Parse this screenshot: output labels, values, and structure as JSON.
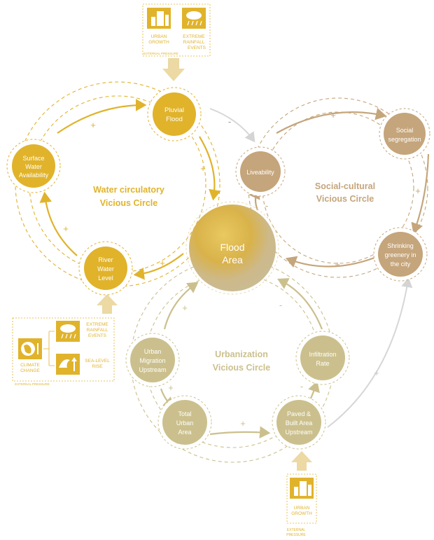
{
  "colors": {
    "water": "#e0b32b",
    "water_light": "#eccf7a",
    "social": "#c5a57b",
    "social_dark": "#b08b5c",
    "urban": "#cbc08d",
    "urban_light": "#d9d0a8",
    "grey": "#d8d8d8",
    "flood": "#dcc27a"
  },
  "circles": {
    "water": {
      "title_line1": "Water circulatory",
      "title_line2": "Vicious Circle"
    },
    "social": {
      "title_line1": "Social-cultural",
      "title_line2": "Vicious Circle"
    },
    "urban": {
      "title_line1": "Urbanization",
      "title_line2": "Vicious Circle"
    }
  },
  "nodes": {
    "flood_area": {
      "line1": "Flood",
      "line2": "Area"
    },
    "pluvial_flood": {
      "line1": "Pluvial",
      "line2": "Flood"
    },
    "surface_water": {
      "line1": "Surface",
      "line2": "Water",
      "line3": "Availability"
    },
    "river_water": {
      "line1": "River",
      "line2": "Water",
      "line3": "Level"
    },
    "liveability": {
      "line1": "Liveability"
    },
    "social_segregation": {
      "line1": "Social",
      "line2": "segregation"
    },
    "shrinking_greenery": {
      "line1": "Shrinking",
      "line2": "greenery in",
      "line3": "the city"
    },
    "urban_migration": {
      "line1": "Urban",
      "line2": "Migration",
      "line3": "Upstream"
    },
    "infiltration_rate": {
      "line1": "Infiltration",
      "line2": "Rate"
    },
    "total_urban_area": {
      "line1": "Total",
      "line2": "Urban",
      "line3": "Area"
    },
    "paved_area": {
      "line1": "Paved &",
      "line2": "Built Area",
      "line3": "Upstream"
    }
  },
  "signs": {
    "plus": "+",
    "minus": "-"
  },
  "pressures": {
    "top": {
      "urban_growth_line1": "URBAN",
      "urban_growth_line2": "GROWTH",
      "rainfall_line1": "EXTREME",
      "rainfall_line2": "RAINFALL",
      "rainfall_line3": "EVENTS",
      "caption": "EXTERNAL PRESSURE"
    },
    "left": {
      "rainfall_line1": "EXTREME",
      "rainfall_line2": "RAINFALL",
      "rainfall_line3": "EVENTS",
      "sea_line1": "SEA-LEVEL",
      "sea_line2": "RISE",
      "climate_line1": "CLIMATE",
      "climate_line2": "CHANGE",
      "caption": "EXTERNAL PRESSURE"
    },
    "bottom": {
      "urban_growth_line1": "URBAN",
      "urban_growth_line2": "GROWTH",
      "caption_line1": "EXTERNAL",
      "caption_line2": "PRESSURE"
    }
  }
}
